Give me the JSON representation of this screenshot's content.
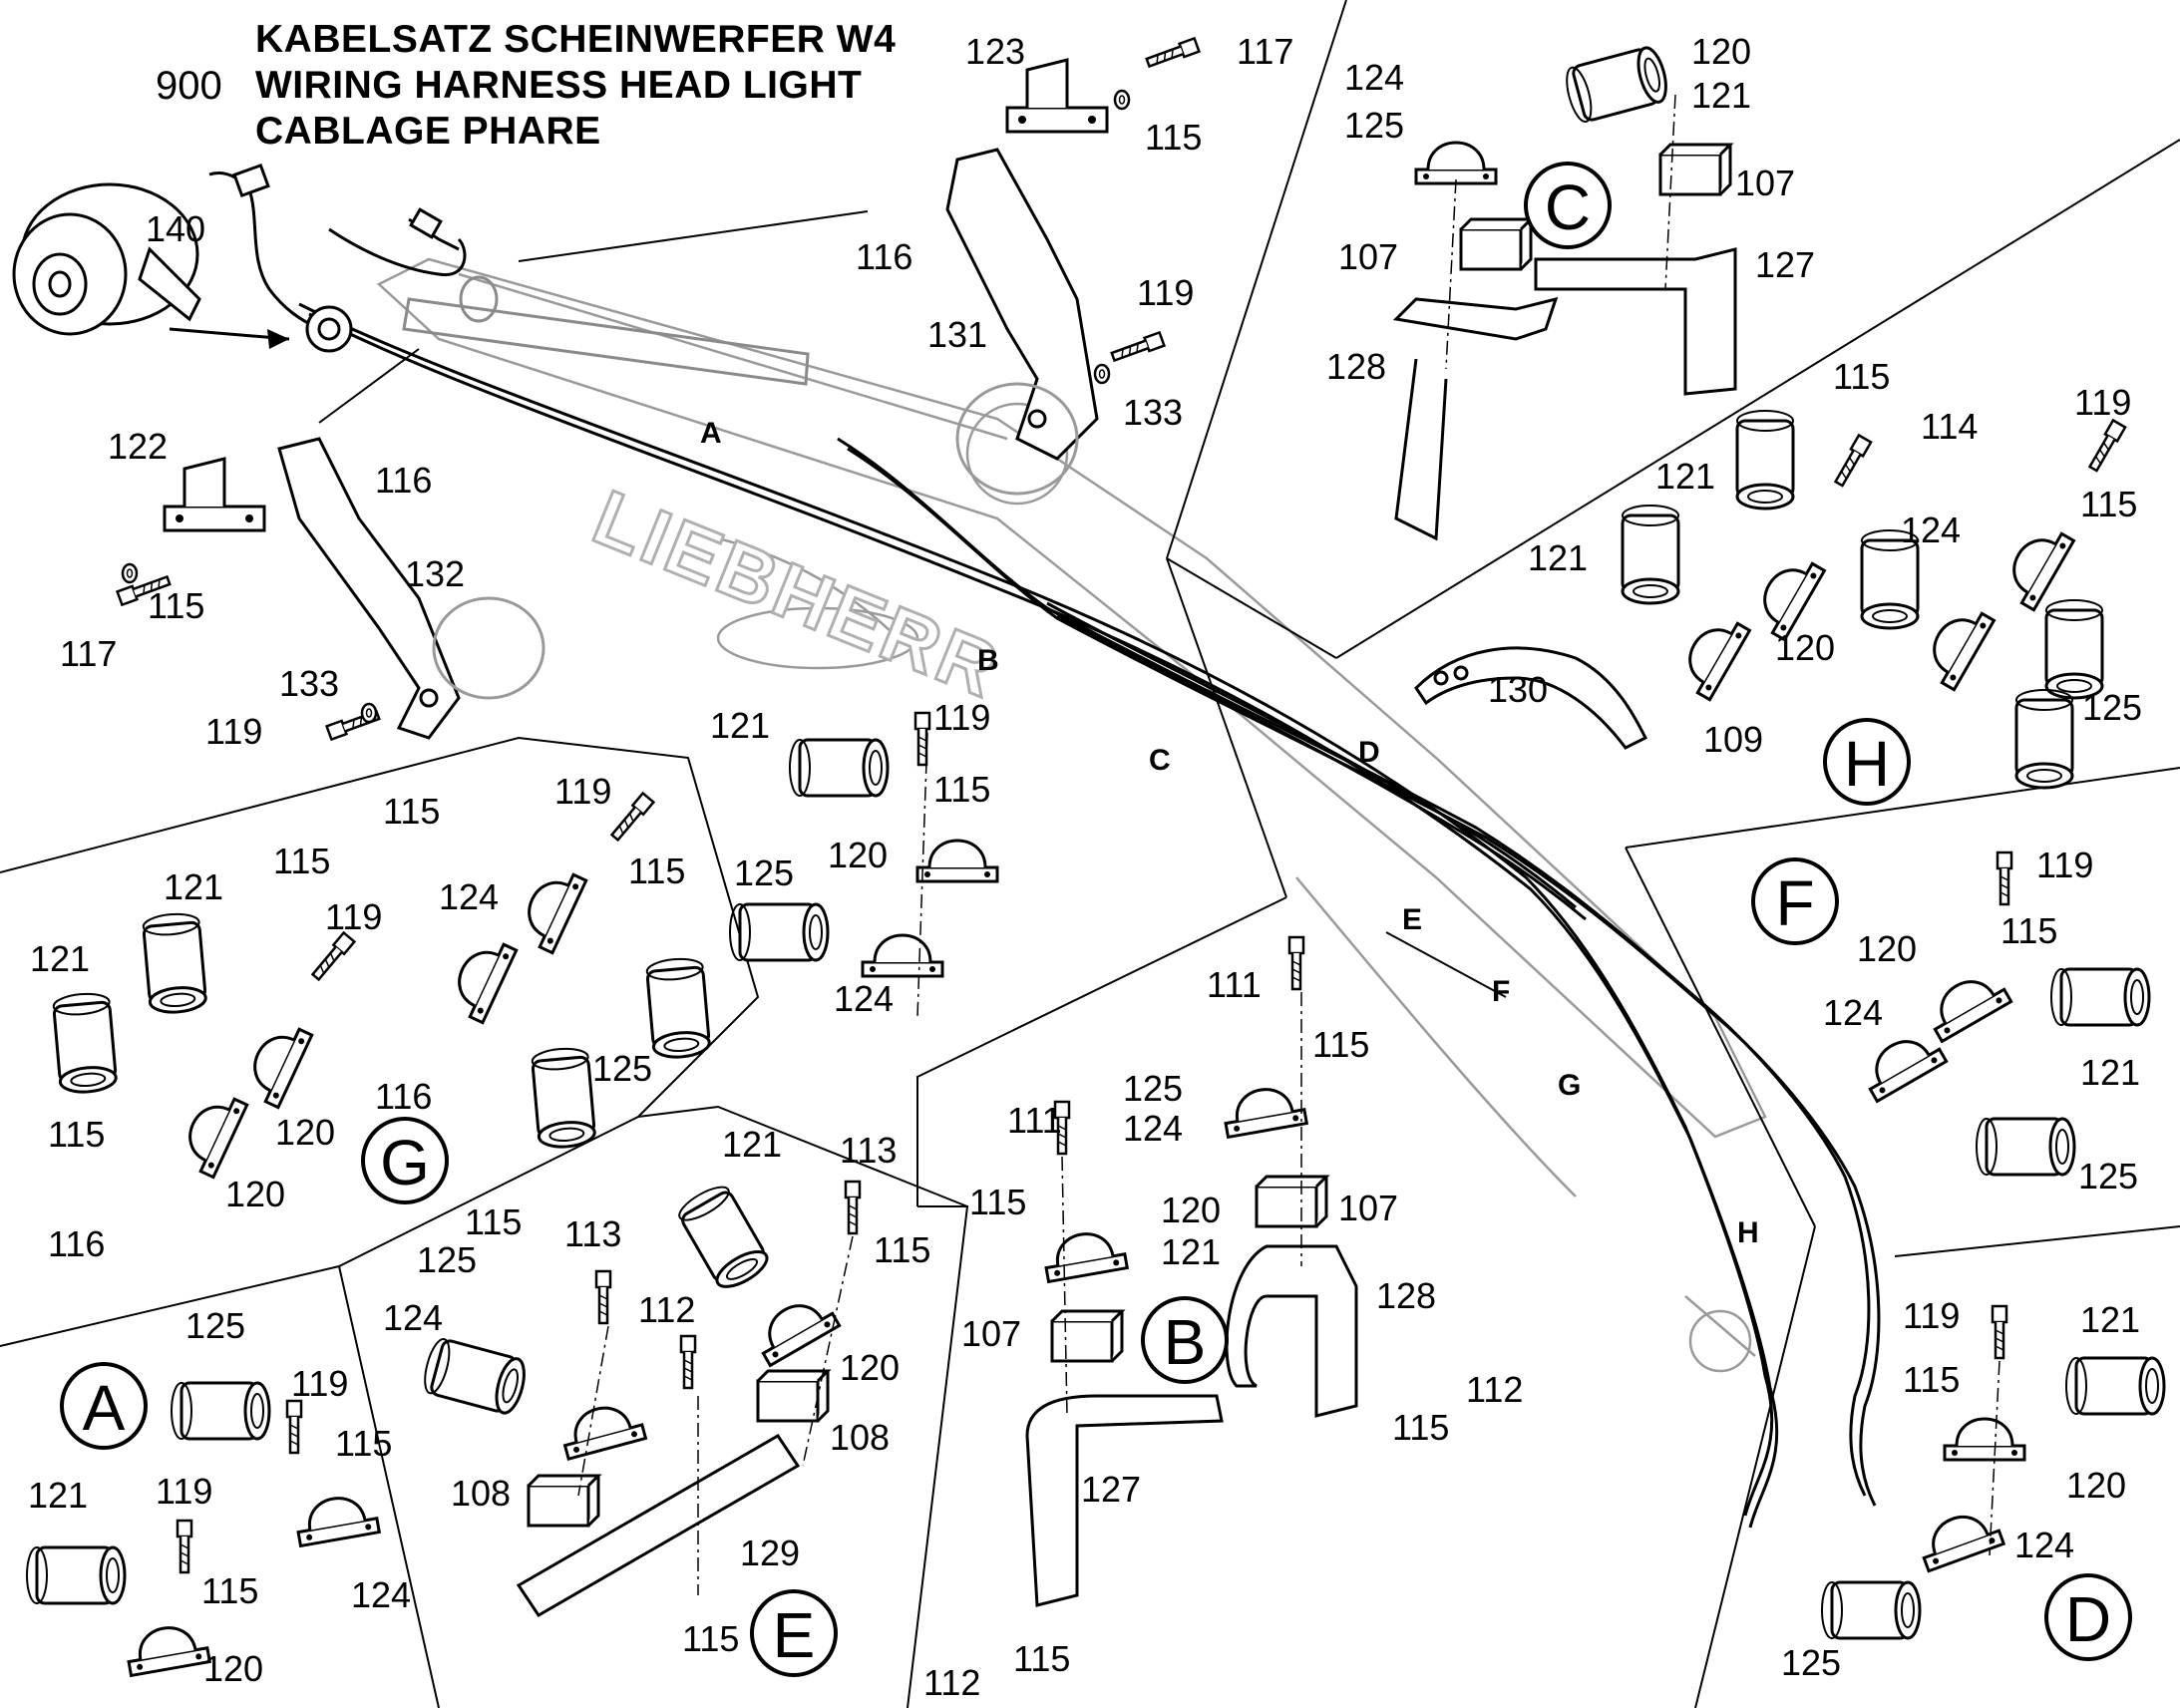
{
  "header": {
    "group_number": "900",
    "title_de": "KABELSATZ SCHEINWERFER W4",
    "title_en": "WIRING HARNESS HEAD LIGHT",
    "title_fr": "CABLAGE PHARE"
  },
  "brand_text": "LIEBHERR",
  "boom_labels": [
    "A",
    "B",
    "C",
    "D",
    "E",
    "F",
    "G",
    "H"
  ],
  "detail_circles": [
    "A",
    "B",
    "C",
    "D",
    "E",
    "F",
    "G",
    "H"
  ],
  "part_numbers": {
    "p107": "107",
    "p108": "108",
    "p109": "109",
    "p111": "111",
    "p112": "112",
    "p113": "113",
    "p114": "114",
    "p115": "115",
    "p116": "116",
    "p117": "117",
    "p119": "119",
    "p120": "120",
    "p121": "121",
    "p122": "122",
    "p123": "123",
    "p124": "124",
    "p125": "125",
    "p127": "127",
    "p128": "128",
    "p129": "129",
    "p130": "130",
    "p131": "131",
    "p132": "132",
    "p133": "133",
    "p140": "140"
  }
}
